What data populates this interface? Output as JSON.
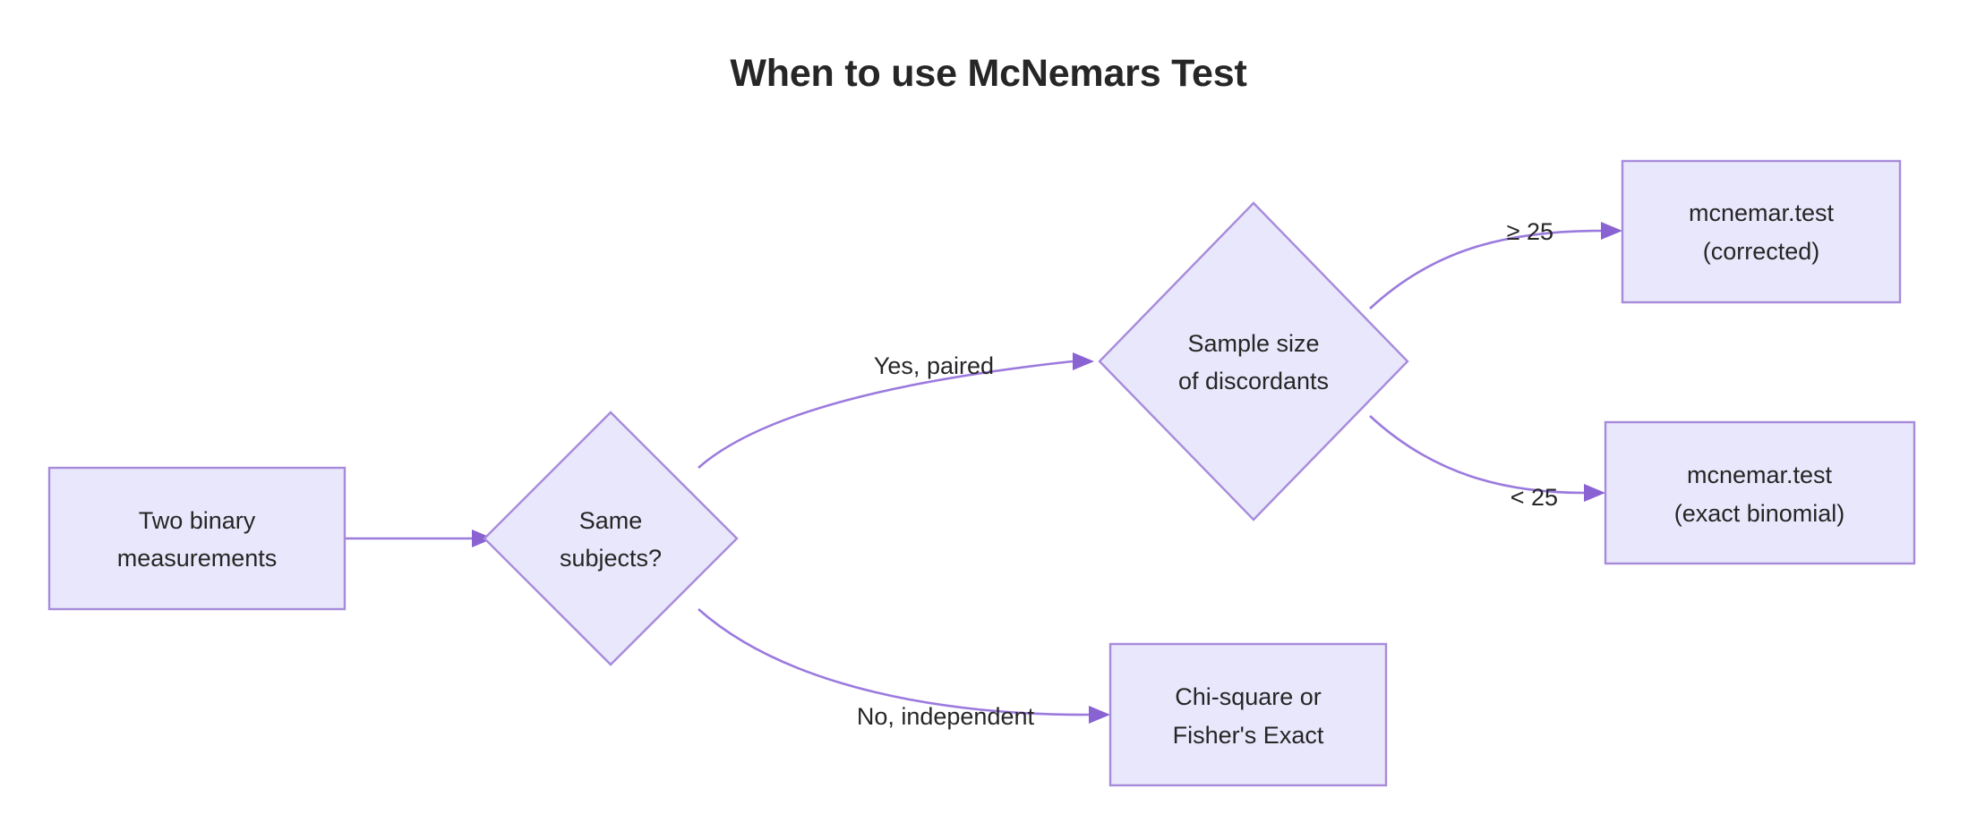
{
  "diagram": {
    "title": "When to use McNemars Test",
    "type": "flowchart",
    "colors": {
      "node_fill": "#e9e7fb",
      "node_border": "#a78bdb",
      "edge_stroke": "#9b7ade",
      "arrow_fill": "#8a63d2",
      "text": "#262626",
      "background": "#ffffff"
    },
    "nodes": [
      {
        "id": "start",
        "shape": "rectangle",
        "line1": "Two binary",
        "line2": "measurements"
      },
      {
        "id": "same-subjects",
        "shape": "diamond",
        "line1": "Same",
        "line2": "subjects?"
      },
      {
        "id": "sample-size",
        "shape": "diamond",
        "line1": "Sample size",
        "line2": "of discordants"
      },
      {
        "id": "mcnemar-corrected",
        "shape": "rectangle",
        "line1": "mcnemar.test",
        "line2": "(corrected)"
      },
      {
        "id": "mcnemar-exact",
        "shape": "rectangle",
        "line1": "mcnemar.test",
        "line2": "(exact binomial)"
      },
      {
        "id": "chisq-fisher",
        "shape": "rectangle",
        "line1": "Chi-square or",
        "line2": "Fisher's Exact"
      }
    ],
    "edges": [
      {
        "id": "start-to-same",
        "label": ""
      },
      {
        "id": "same-to-sample",
        "label": "Yes, paired"
      },
      {
        "id": "same-to-chisq",
        "label": "No, independent"
      },
      {
        "id": "sample-to-corrected",
        "label": "≥ 25"
      },
      {
        "id": "sample-to-exact",
        "label": "< 25"
      }
    ]
  }
}
